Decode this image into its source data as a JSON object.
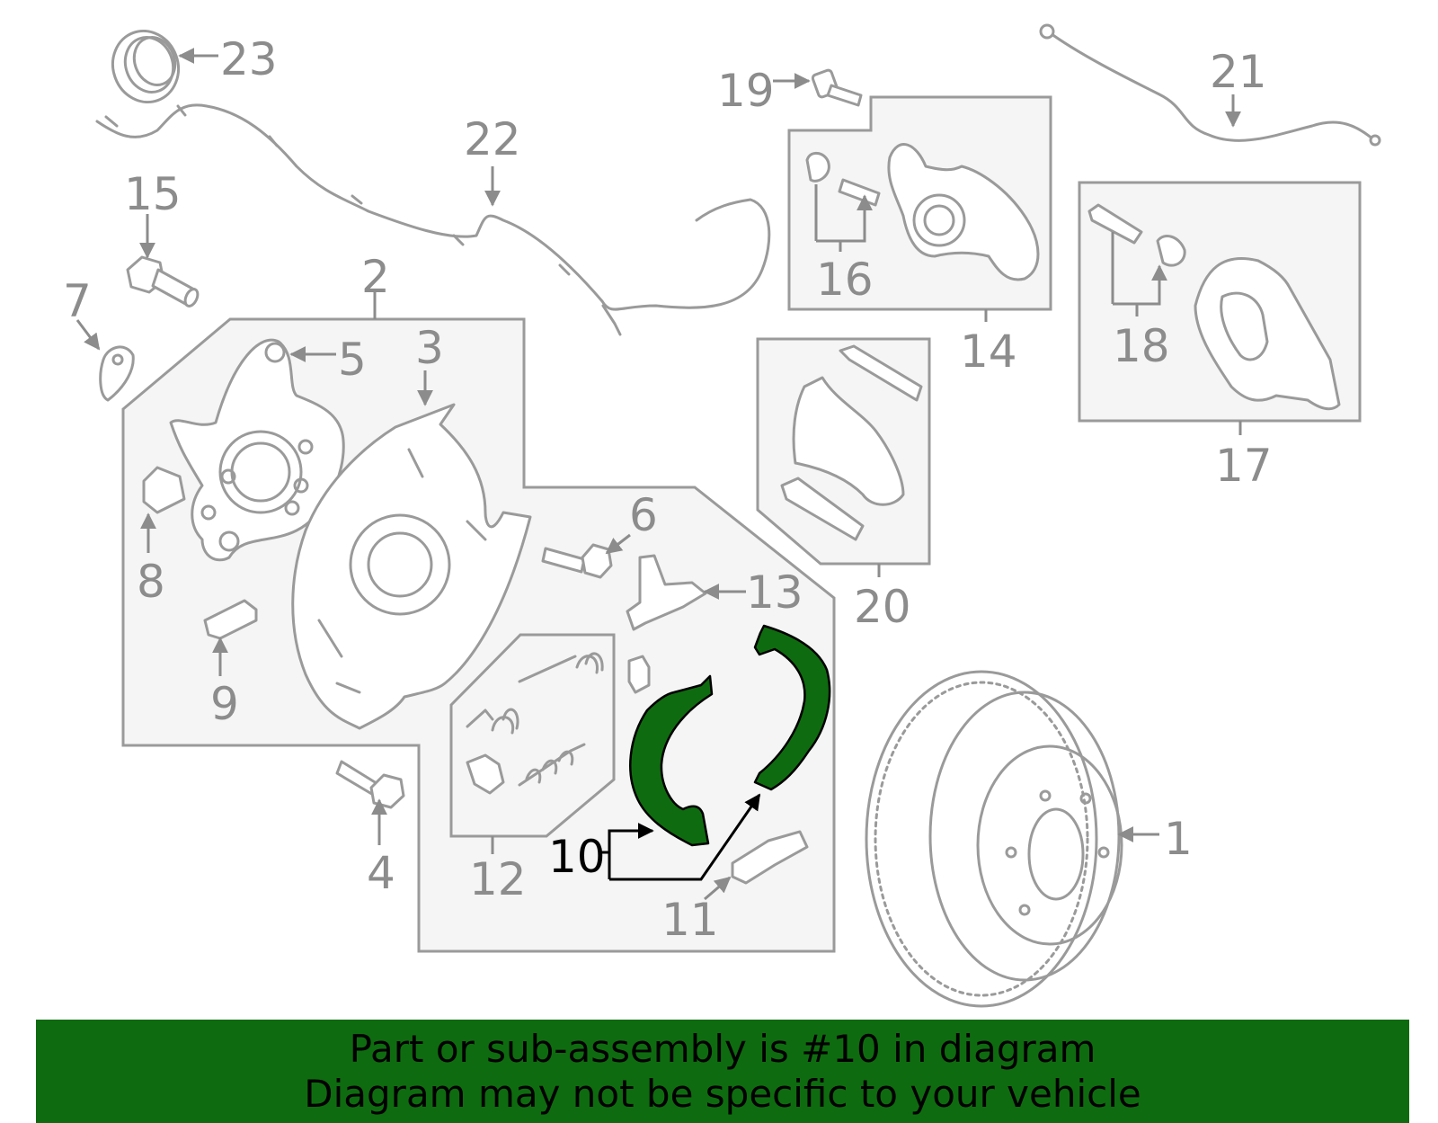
{
  "diagram": {
    "highlight_color": "#0f6b0f",
    "callouts": {
      "c1": "1",
      "c2": "2",
      "c3": "3",
      "c4": "4",
      "c5": "5",
      "c6": "6",
      "c7": "7",
      "c8": "8",
      "c9": "9",
      "c10": "10",
      "c11": "11",
      "c12": "12",
      "c13": "13",
      "c14": "14",
      "c15": "15",
      "c16": "16",
      "c17": "17",
      "c18": "18",
      "c19": "19",
      "c20": "20",
      "c21": "21",
      "c22": "22",
      "c23": "23"
    }
  },
  "banner": {
    "line1": "Part or sub-assembly is #10 in diagram",
    "line2": "Diagram may not be specific to your vehicle",
    "background": "#0f6b0f"
  }
}
